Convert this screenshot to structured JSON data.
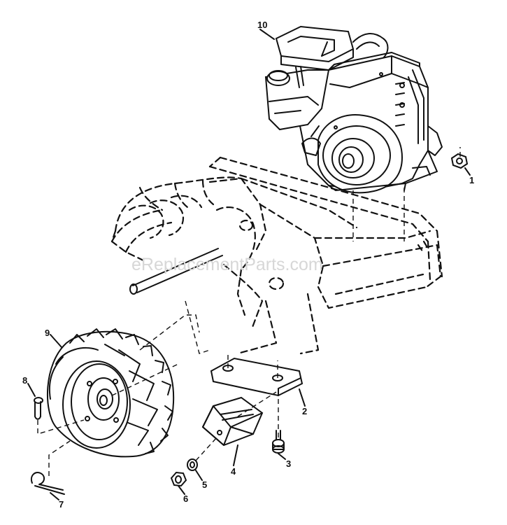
{
  "watermark": "eReplacementParts.com",
  "callouts": [
    {
      "id": "c1",
      "label": "1"
    },
    {
      "id": "c2",
      "label": "2"
    },
    {
      "id": "c3",
      "label": "3"
    },
    {
      "id": "c4",
      "label": "4"
    },
    {
      "id": "c5",
      "label": "5"
    },
    {
      "id": "c6",
      "label": "6"
    },
    {
      "id": "c7",
      "label": "7"
    },
    {
      "id": "c8",
      "label": "8"
    },
    {
      "id": "c9",
      "label": "9"
    },
    {
      "id": "c10",
      "label": "10"
    }
  ]
}
